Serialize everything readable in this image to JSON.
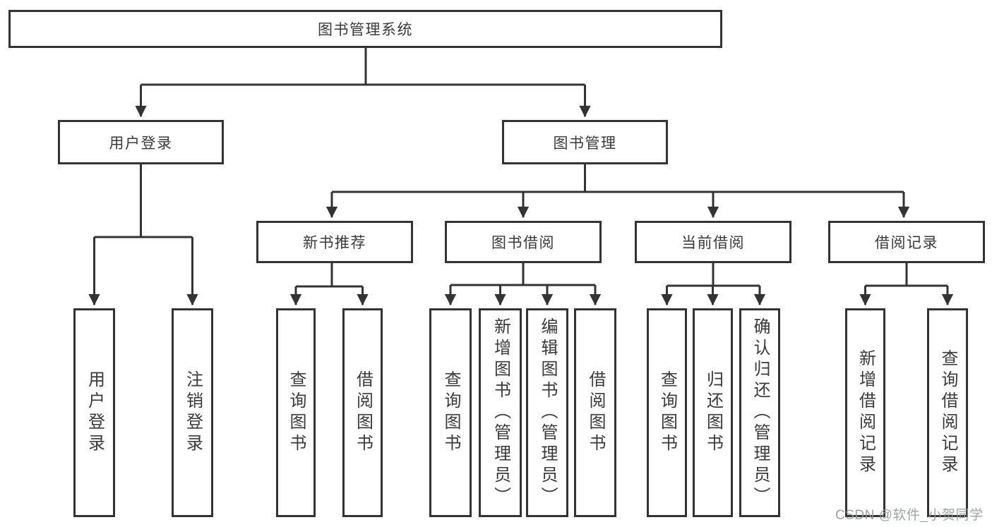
{
  "diagram": {
    "type": "hierarchy-tree",
    "tree": {
      "label": "图书管理系统",
      "children": [
        {
          "label": "用户登录",
          "children": [
            {
              "label": "用户登录"
            },
            {
              "label": "注销登录"
            }
          ]
        },
        {
          "label": "图书管理",
          "children": [
            {
              "label": "新书推荐",
              "children": [
                {
                  "label": "查询图书"
                },
                {
                  "label": "借阅图书"
                }
              ]
            },
            {
              "label": "图书借阅",
              "children": [
                {
                  "label": "查询图书"
                },
                {
                  "label": "新增图书（管理员）"
                },
                {
                  "label": "编辑图书（管理员）"
                },
                {
                  "label": "借阅图书"
                }
              ]
            },
            {
              "label": "当前借阅",
              "children": [
                {
                  "label": "查询图书"
                },
                {
                  "label": "归还图书"
                },
                {
                  "label": "确认归还（管理员）"
                }
              ]
            },
            {
              "label": "借阅记录",
              "children": [
                {
                  "label": "新增借阅记录"
                },
                {
                  "label": "查询借阅记录"
                }
              ]
            }
          ]
        }
      ]
    },
    "colors": {
      "line": "#333333",
      "box_border": "#333333",
      "box_fill": "#ffffff",
      "text": "#3a3a3a",
      "background": "#ffffff",
      "watermark": "#94989e"
    }
  },
  "watermark": {
    "text": "CSDN @软件_小贺同学"
  }
}
